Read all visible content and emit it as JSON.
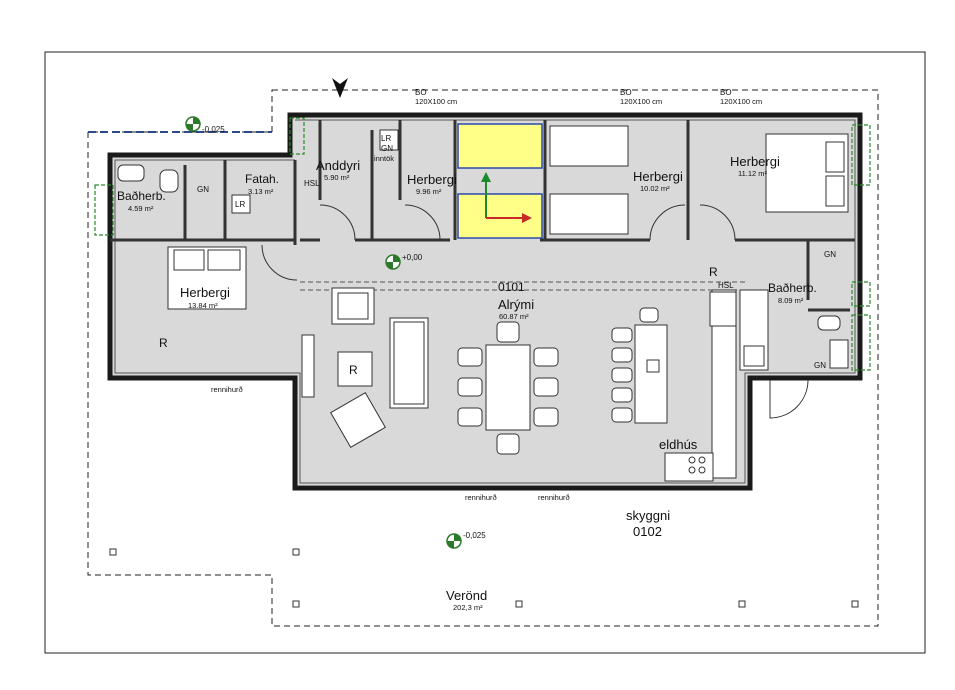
{
  "labels": {
    "bo1": "BO",
    "bo1_dim": "120X100 cm",
    "bo2": "BO",
    "bo2_dim": "120X100 cm",
    "bo3": "BO",
    "bo3_dim": "120X100 cm",
    "lvl_top": "-0,025",
    "lvl_mid": "+0,00",
    "lvl_bot": "-0,025",
    "andyri": "Anddyri",
    "andyri_area": "5.90 m²",
    "lr_top": "LR",
    "gn_top": "GN",
    "inntok": "inntök",
    "hsl1": "HSL",
    "herb1": "Herbergi",
    "herb1_area": "9.96 m²",
    "herb2": "Herbergi",
    "herb2_area": "10.02 m²",
    "herb3": "Herbergi",
    "herb3_area": "11.12 m²",
    "badh1": "Baðherb.",
    "badh1_area": "4.59 m²",
    "gn_bath1": "GN",
    "fatah": "Fatah.",
    "fatah_area": "3.13 m²",
    "lr_fatah": "LR",
    "herb4": "Herbergi",
    "herb4_area": "13.84 m²",
    "r_left": "R",
    "room_no": "0101",
    "alrymi": "Alrými",
    "alrymi_area": "60.87 m²",
    "r_right": "R",
    "hsl2": "HSL",
    "gn_bath2a": "GN",
    "badh2": "Baðherb.",
    "badh2_area": "8.09 m²",
    "gn_bath2b": "GN",
    "r_stove": "R",
    "rennihurd1": "rennihurð",
    "rennihurd2": "rennihurð",
    "rennihurd3": "rennihurð",
    "eldhus": "eldhús",
    "skyggni": "skyggni",
    "skyggni_no": "0102",
    "verond": "Verönd",
    "verond_area": "202,3 m²"
  }
}
